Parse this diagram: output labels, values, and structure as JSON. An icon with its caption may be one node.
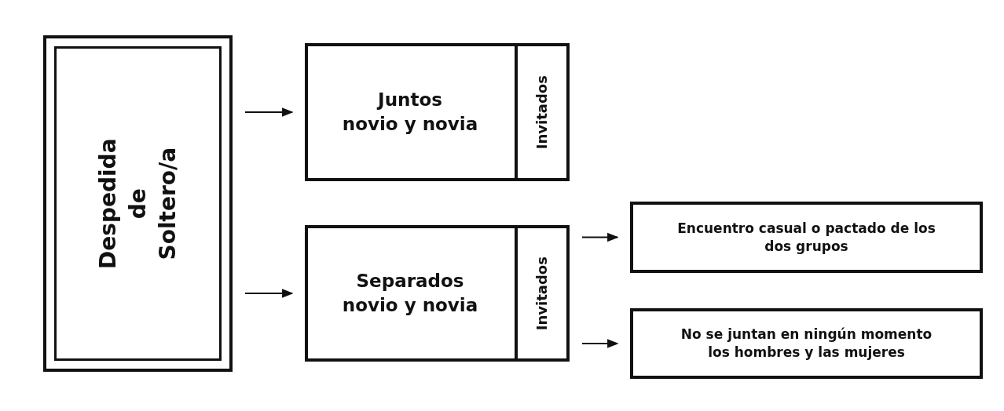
{
  "diagram": {
    "nodes": [
      {
        "text": [
          "Despedida de Soltero/a"
        ]
      },
      {
        "text": [
          "Juntos",
          "novio y novia"
        ]
      },
      {
        "text": [
          "Invitados"
        ],
        "in": 1
      },
      {
        "text": [
          "Separados",
          "novio y novia"
        ]
      },
      {
        "text": [
          "Invitados"
        ],
        "in": 3
      },
      {
        "text": [
          "Encuentro casual o pactado de los dos grupos"
        ]
      },
      {
        "text": [
          "No se juntan en ningún momento los hombres y las mujeres"
        ]
      }
    ],
    "edges": [
      {
        "from": 0,
        "to": 1,
        "arrow": "to"
      },
      {
        "from": 0,
        "to": 3,
        "arrow": "to"
      },
      {
        "from": 4,
        "to": 5,
        "arrow": "to"
      },
      {
        "from": 4,
        "to": 6,
        "arrow": "to"
      }
    ]
  }
}
